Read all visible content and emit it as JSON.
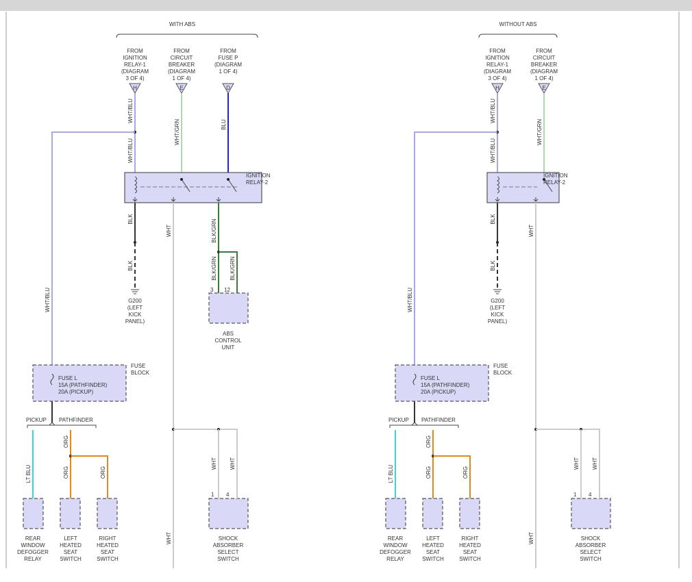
{
  "colors": {
    "wht_blu": "#a8a8e0",
    "wht_grn": "#a8dca8",
    "blu": "#2222c8",
    "blk": "#333333",
    "blk_grn": "#3c7a3c",
    "wht": "#cccccc",
    "lt_blu": "#33d6f0",
    "org": "#e08a1e",
    "component_fill": "#d9d9f7"
  },
  "sections": [
    {
      "header": "WITH ABS",
      "sources": [
        {
          "lines": [
            "FROM",
            "IGNITION",
            "RELAY-1",
            "(DIAGRAM",
            "3 OF 4)"
          ],
          "pin": "H"
        },
        {
          "lines": [
            "FROM",
            "CIRCUIT",
            "BREAKER",
            "(DIAGRAM",
            "1 OF 4)"
          ],
          "pin": "E"
        },
        {
          "lines": [
            "FROM",
            "FUSE P",
            "(DIAGRAM",
            "1 OF 4)"
          ],
          "pin": "D"
        }
      ],
      "relay_label": [
        "IGNITION",
        "RELAY-2"
      ],
      "ground_label": [
        "G200",
        "(LEFT",
        "KICK",
        "PANEL)"
      ],
      "abs_pins": [
        "3",
        "12"
      ],
      "abs_label": [
        "ABS",
        "CONTROL",
        "UNIT"
      ],
      "fuse_block_label": [
        "FUSE",
        "BLOCK"
      ],
      "fuse_lines": [
        "FUSE L",
        "15A (PATHFINDER)",
        "20A (PICKUP)"
      ],
      "variants": [
        "PICKUP",
        "PATHFINDER"
      ],
      "shock_pins": [
        "1",
        "4"
      ],
      "components": [
        [
          "REAR",
          "WINDOW",
          "DEFOGGER",
          "RELAY"
        ],
        [
          "LEFT",
          "HEATED",
          "SEAT",
          "SWITCH"
        ],
        [
          "RIGHT",
          "HEATED",
          "SEAT",
          "SWITCH"
        ],
        [
          "SHOCK",
          "ABSORBER",
          "SELECT",
          "SWITCH"
        ]
      ]
    },
    {
      "header": "WITHOUT ABS",
      "sources": [
        {
          "lines": [
            "FROM",
            "IGNITION",
            "RELAY-1",
            "(DIAGRAM",
            "3 OF 4)"
          ],
          "pin": "H"
        },
        {
          "lines": [
            "FROM",
            "CIRCUIT",
            "BREAKER",
            "(DIAGRAM",
            "1 OF 4)"
          ],
          "pin": "E"
        }
      ],
      "relay_label": [
        "IGNITION",
        "RELAY-2"
      ],
      "ground_label": [
        "G200",
        "(LEFT",
        "KICK",
        "PANEL)"
      ],
      "fuse_block_label": [
        "FUSE",
        "BLOCK"
      ],
      "fuse_lines": [
        "FUSE L",
        "15A (PATHFINDER)",
        "20A (PICKUP)"
      ],
      "variants": [
        "PICKUP",
        "PATHFINDER"
      ],
      "shock_pins": [
        "1",
        "4"
      ],
      "components": [
        [
          "REAR",
          "WINDOW",
          "DEFOGGER",
          "RELAY"
        ],
        [
          "LEFT",
          "HEATED",
          "SEAT",
          "SWITCH"
        ],
        [
          "RIGHT",
          "HEATED",
          "SEAT",
          "SWITCH"
        ],
        [
          "SHOCK",
          "ABSORBER",
          "SELECT",
          "SWITCH"
        ]
      ]
    }
  ],
  "wire_labels": {
    "wht_blu": "WHT/BLU",
    "wht_grn": "WHT/GRN",
    "blu": "BLU",
    "blk": "BLK",
    "blk_grn": "BLK/GRN",
    "wht": "WHT",
    "lt_blu": "LT BLU",
    "org": "ORG"
  }
}
